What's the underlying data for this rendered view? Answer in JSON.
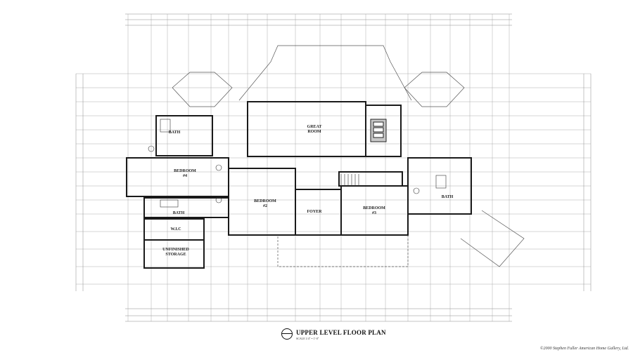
{
  "rooms": {
    "great_room": [
      "GREAT",
      "ROOM"
    ],
    "bedroom4": [
      "BEDROOM",
      "#4"
    ],
    "bath_left_top": "BATH",
    "bath_left_bottom": "BATH",
    "wic": "W.I.C",
    "unfinished_storage": [
      "UNFINISHED",
      "STORAGE"
    ],
    "bedroom2": [
      "BEDROOM",
      "#2"
    ],
    "foyer": "FOYER",
    "bedroom3": [
      "BEDROOM",
      "#3"
    ],
    "bath_right": "BATH"
  },
  "title": {
    "main": "UPPER LEVEL FLOOR PLAN",
    "scale": "SCALE 1/4\" = 1'-0\""
  },
  "copyright": "©2000 Stephen Fuller American Home Gallery, Ltd."
}
